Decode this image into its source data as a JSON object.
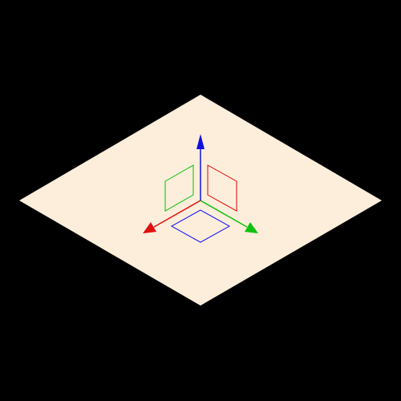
{
  "viewport": {
    "background_color": "#000000",
    "view": "isometric",
    "ground_plane": {
      "fill_color": "#fdeedb"
    },
    "axes": {
      "x": {
        "color": "#e01010",
        "direction": "left-front"
      },
      "y": {
        "color": "#10c010",
        "direction": "right-front"
      },
      "z": {
        "color": "#1010e0",
        "direction": "up"
      }
    },
    "plane_gizmos": {
      "xy_plane": {
        "color": "#0000ff"
      },
      "xz_plane": {
        "color": "#00c000"
      },
      "yz_plane": {
        "color": "#e00000"
      }
    }
  }
}
